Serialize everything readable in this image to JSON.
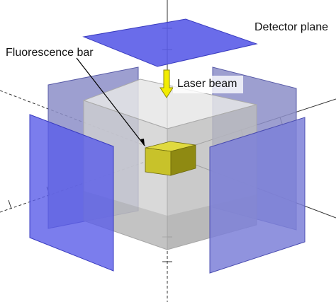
{
  "labels": {
    "detector_plane": "Detector plane",
    "fluorescence_bar": "Fluorescence bar",
    "laser_beam": "Laser beam"
  },
  "colors": {
    "background": "#ffffff",
    "detector_plane_fill": "#5a5ce8",
    "detector_plane_stroke": "#3a3cc0",
    "detector_plane_back": "#8c8ec8",
    "cube_fill": "#c9c9c9",
    "cube_top": "#e6e6e6",
    "fluorescence_bar": "#c8c22a",
    "fluorescence_bar_dark": "#8f8a12",
    "laser_beam": "#f2ec00",
    "axis": "#333333",
    "annotation": "#000000"
  }
}
